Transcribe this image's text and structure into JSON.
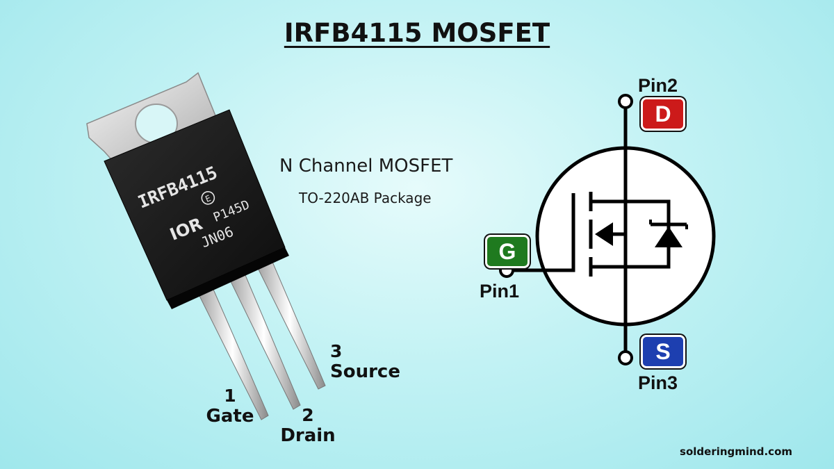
{
  "title": "IRFB4115 MOSFET",
  "description": {
    "channel": "N Channel MOSFET",
    "package": "TO-220AB Package"
  },
  "component_marking": {
    "part": "IRFB4115",
    "line2": "E",
    "logo": "IOR",
    "code1": "P145D",
    "code2": "JN06"
  },
  "legs": [
    {
      "number": "1",
      "name": "Gate"
    },
    {
      "number": "2",
      "name": "Drain"
    },
    {
      "number": "3",
      "name": "Source"
    }
  ],
  "schematic": {
    "pins": {
      "drain": {
        "pin_label": "Pin2",
        "letter": "D",
        "color": "#cc1a1a"
      },
      "gate": {
        "pin_label": "Pin1",
        "letter": "G",
        "color": "#1f7a1f"
      },
      "source": {
        "pin_label": "Pin3",
        "letter": "S",
        "color": "#1d3fb0"
      }
    }
  },
  "watermark": "solderingmind.com"
}
